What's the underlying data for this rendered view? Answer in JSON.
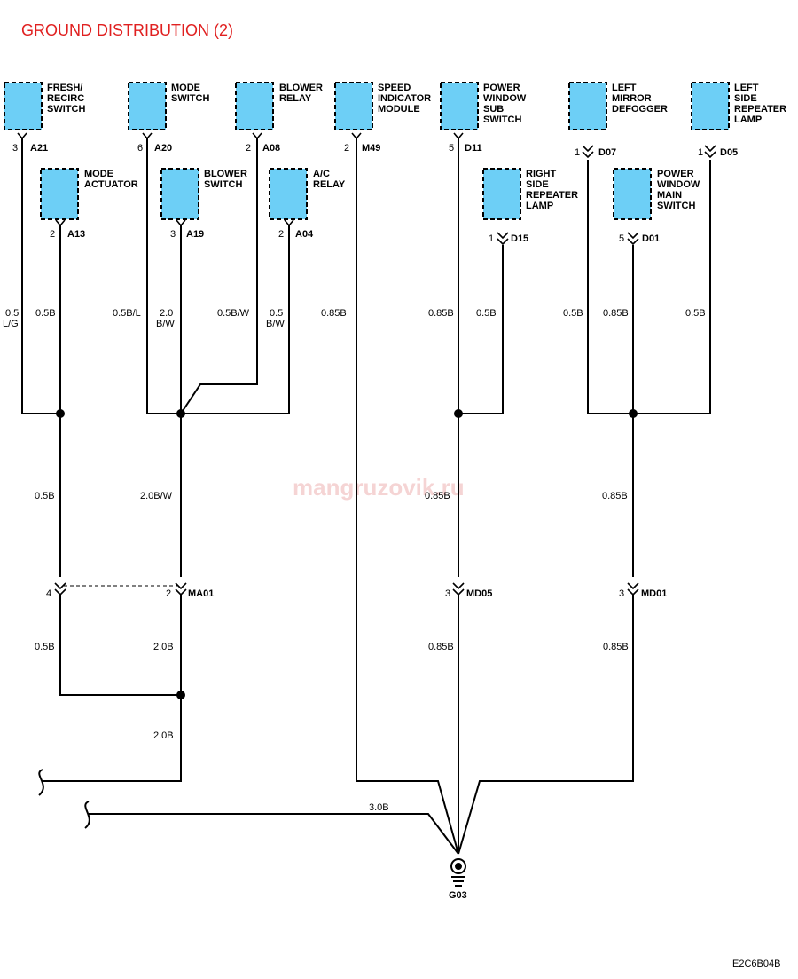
{
  "title": "GROUND DISTRIBUTION (2)",
  "watermark": "mangruzovik.ru",
  "diagram_code": "E2C6B04B",
  "components": {
    "fresh_recirc_switch": {
      "name": [
        "FRESH/",
        "RECIRC",
        "SWITCH"
      ],
      "connector": "A21",
      "pin": "3"
    },
    "mode_switch": {
      "name": [
        "MODE",
        "SWITCH"
      ],
      "connector": "A20",
      "pin": "6"
    },
    "blower_relay": {
      "name": [
        "BLOWER",
        "RELAY"
      ],
      "connector": "A08",
      "pin": "2"
    },
    "speed_indicator_module": {
      "name": [
        "SPEED",
        "INDICATOR",
        "MODULE"
      ],
      "connector": "M49",
      "pin": "2"
    },
    "power_window_sub_switch": {
      "name": [
        "POWER",
        "WINDOW",
        "SUB",
        "SWITCH"
      ],
      "connector": "D11",
      "pin": "5"
    },
    "left_mirror_defogger": {
      "name": [
        "LEFT",
        "MIRROR",
        "DEFOGGER"
      ],
      "connector": "D07",
      "pin": "1"
    },
    "left_side_repeater_lamp": {
      "name": [
        "LEFT",
        "SIDE",
        "REPEATER",
        "LAMP"
      ],
      "connector": "D05",
      "pin": "1"
    },
    "mode_actuator": {
      "name": [
        "MODE",
        "ACTUATOR"
      ],
      "connector": "A13",
      "pin": "2"
    },
    "blower_switch": {
      "name": [
        "BLOWER",
        "SWITCH"
      ],
      "connector": "A19",
      "pin": "3"
    },
    "ac_relay": {
      "name": [
        "A/C",
        "RELAY"
      ],
      "connector": "A04",
      "pin": "2"
    },
    "right_side_repeater_lamp": {
      "name": [
        "RIGHT",
        "SIDE",
        "REPEATER",
        "LAMP"
      ],
      "connector": "D15",
      "pin": "1"
    },
    "power_window_main_switch": {
      "name": [
        "POWER",
        "WINDOW",
        "MAIN",
        "SWITCH"
      ],
      "connector": "D01",
      "pin": "5"
    }
  },
  "wires": {
    "w_a21": [
      "0.5",
      "L/G"
    ],
    "w_a13": [
      "0.5B"
    ],
    "w_a20": [
      "0.5B/L"
    ],
    "w_a19": [
      "2.0",
      "B/W"
    ],
    "w_a08": [
      "0.5B/W"
    ],
    "w_a04": [
      "0.5",
      "B/W"
    ],
    "w_m49": [
      "0.85B"
    ],
    "w_d11": [
      "0.85B"
    ],
    "w_d15": [
      "0.5B"
    ],
    "w_d07": [
      "0.5B"
    ],
    "w_d01": [
      "0.85B"
    ],
    "w_d05": [
      "0.5B"
    ],
    "w_left_trunk": [
      "0.5B"
    ],
    "w_mid_trunk": [
      "2.0B/W"
    ],
    "w_d_trunk": [
      "0.85B"
    ],
    "w_r_trunk": [
      "0.85B"
    ],
    "w_left_low": [
      "0.5B"
    ],
    "w_ma01_low": [
      "2.0B"
    ],
    "w_md05_low": [
      "0.85B"
    ],
    "w_md01_low": [
      "0.85B"
    ],
    "w_ma_out": [
      "2.0B"
    ],
    "w_ground_in": [
      "3.0B"
    ]
  },
  "inline_connectors": {
    "ma01": {
      "label": "MA01",
      "pin_left": "4",
      "pin_right": "2"
    },
    "md05": {
      "label": "MD05",
      "pin": "3"
    },
    "md01": {
      "label": "MD01",
      "pin": "3"
    }
  },
  "ground": {
    "label": "G03"
  }
}
